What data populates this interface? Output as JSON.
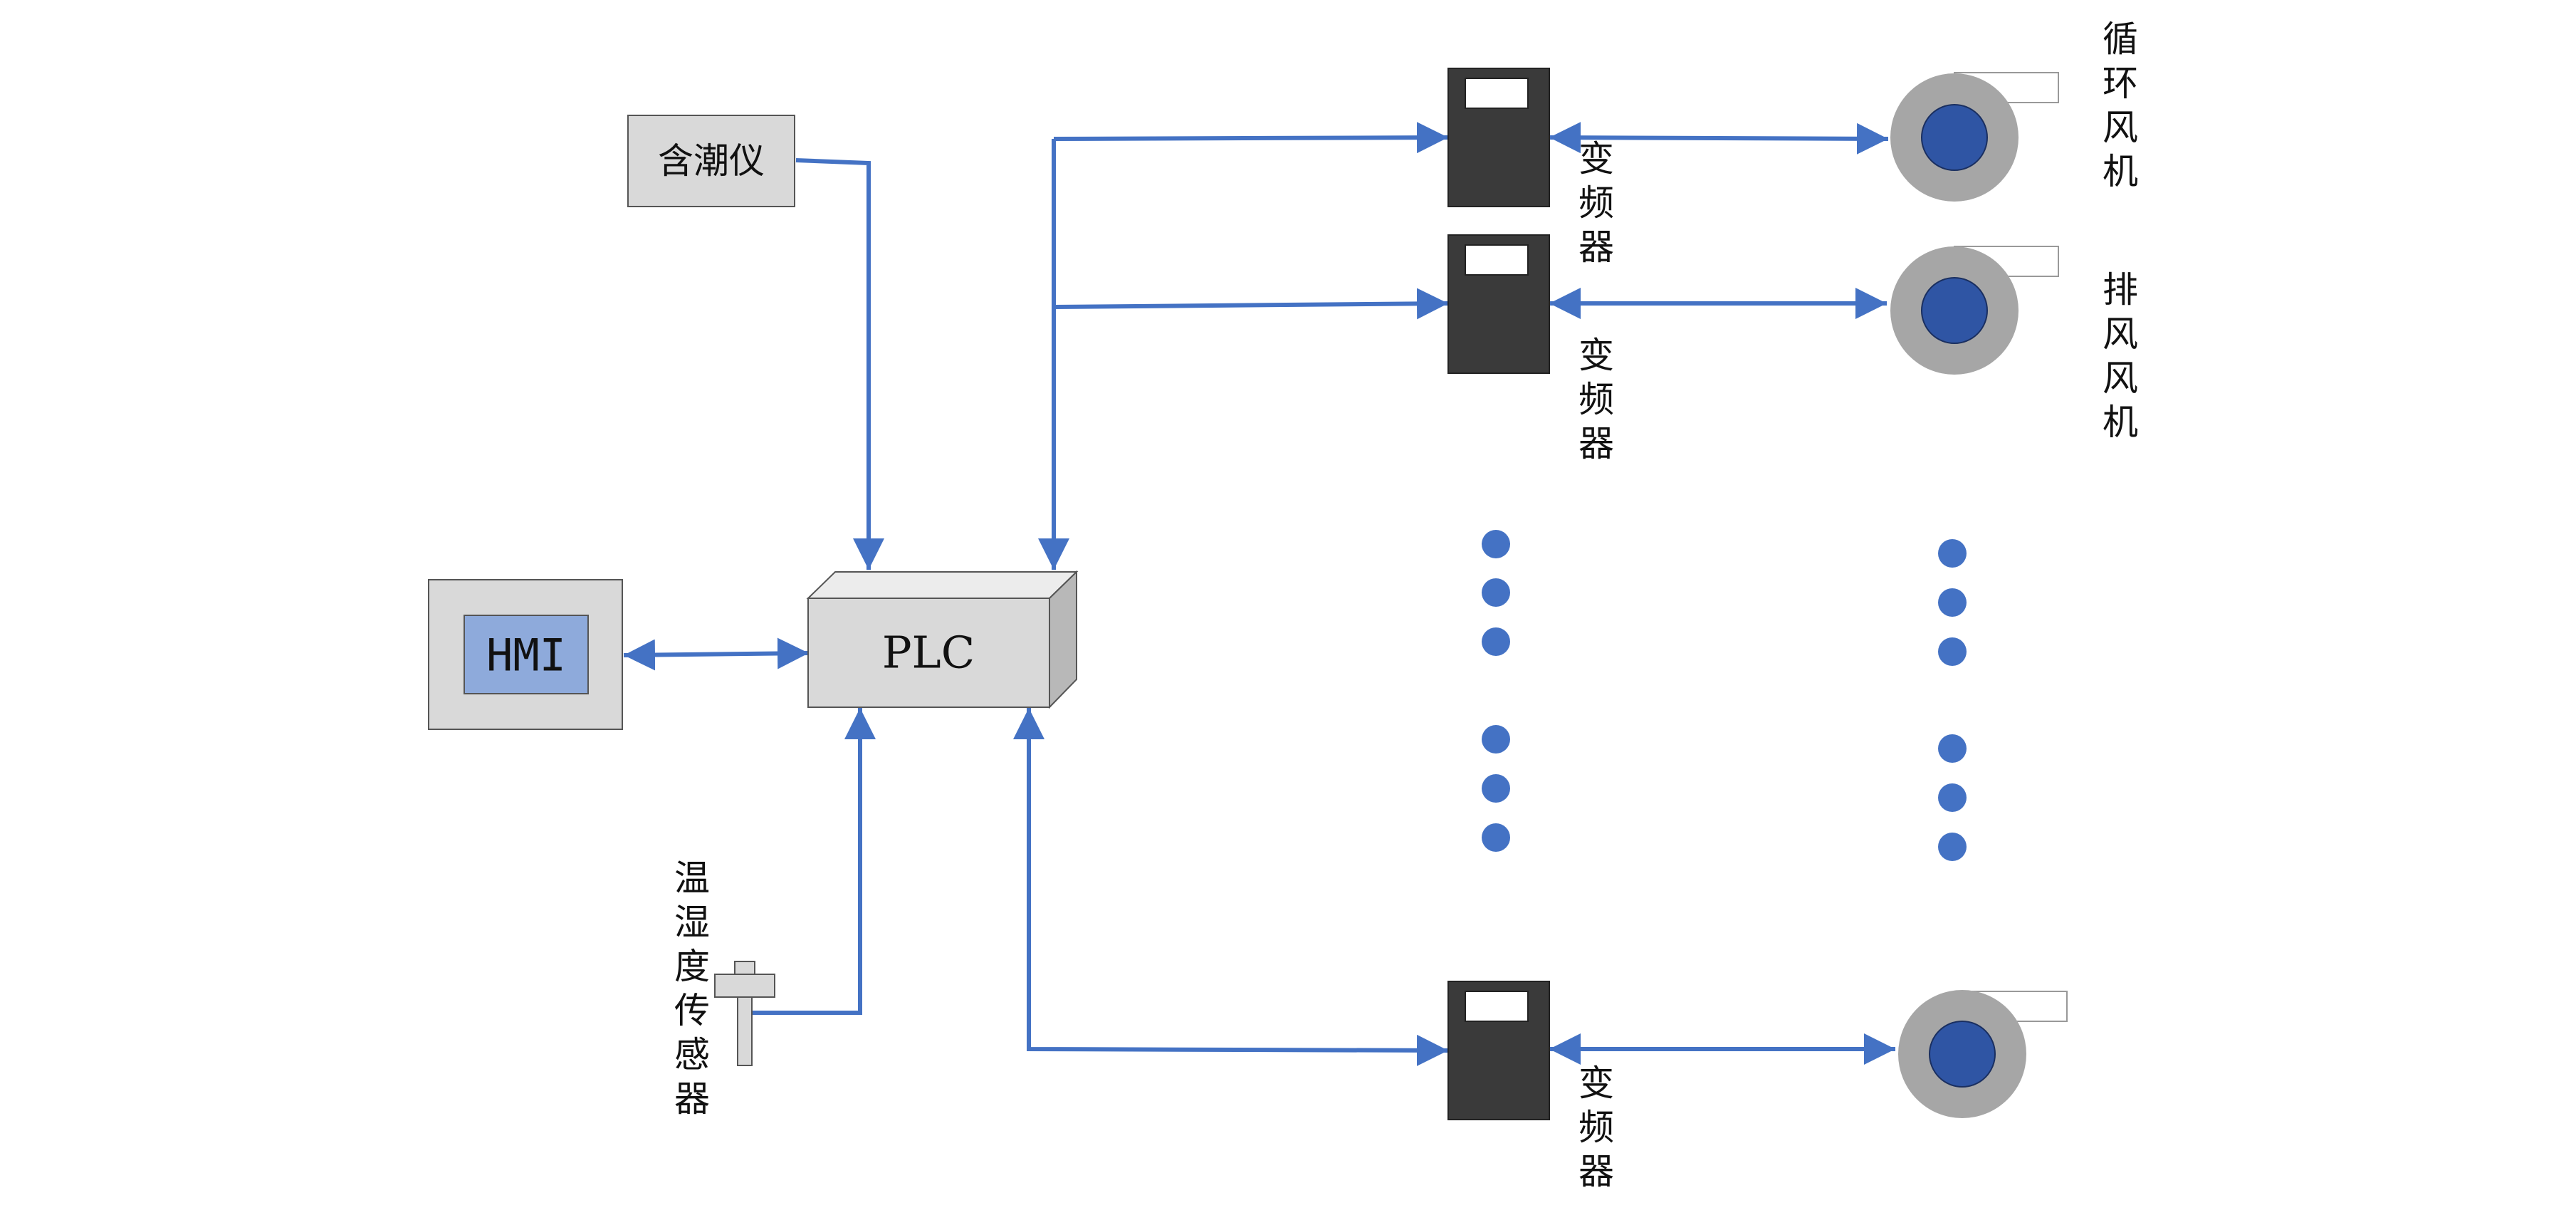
{
  "components": {
    "moisture_meter": "含潮仪",
    "plc": "PLC",
    "hmi": "HMI",
    "temp_humidity_sensor": "温湿度传感器"
  },
  "devices": {
    "inverter_label": "变频器",
    "circulation_fan": "循环风机",
    "exhaust_fan": "排风风机"
  },
  "colors": {
    "connector": "#4472c4",
    "inverter_body": "#3a3a3a",
    "fan_ring": "#a6a6a6",
    "fan_hub": "#2f55a4",
    "box_fill": "#d9d9d9",
    "hmi_screen": "#8eaadb",
    "dot": "#4472c4"
  }
}
